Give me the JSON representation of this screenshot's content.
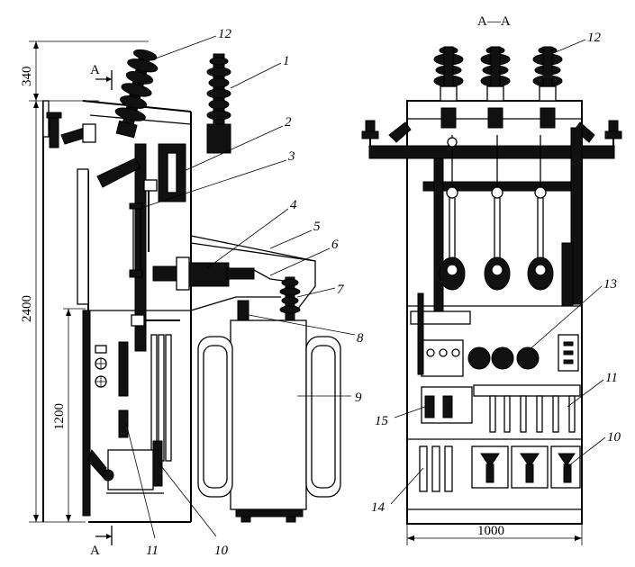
{
  "section_title": "A—A",
  "section_marker": "A",
  "dimensions": {
    "overall_height": "2400",
    "top_height": "340",
    "lower_height": "1200",
    "width": "1000"
  },
  "callouts": {
    "c1": "1",
    "c2": "2",
    "c3": "3",
    "c4": "4",
    "c5": "5",
    "c6": "6",
    "c7": "7",
    "c8": "8",
    "c9": "9",
    "c10": "10",
    "c11": "11",
    "c12": "12",
    "c13": "13",
    "c14": "14",
    "c15": "15"
  }
}
